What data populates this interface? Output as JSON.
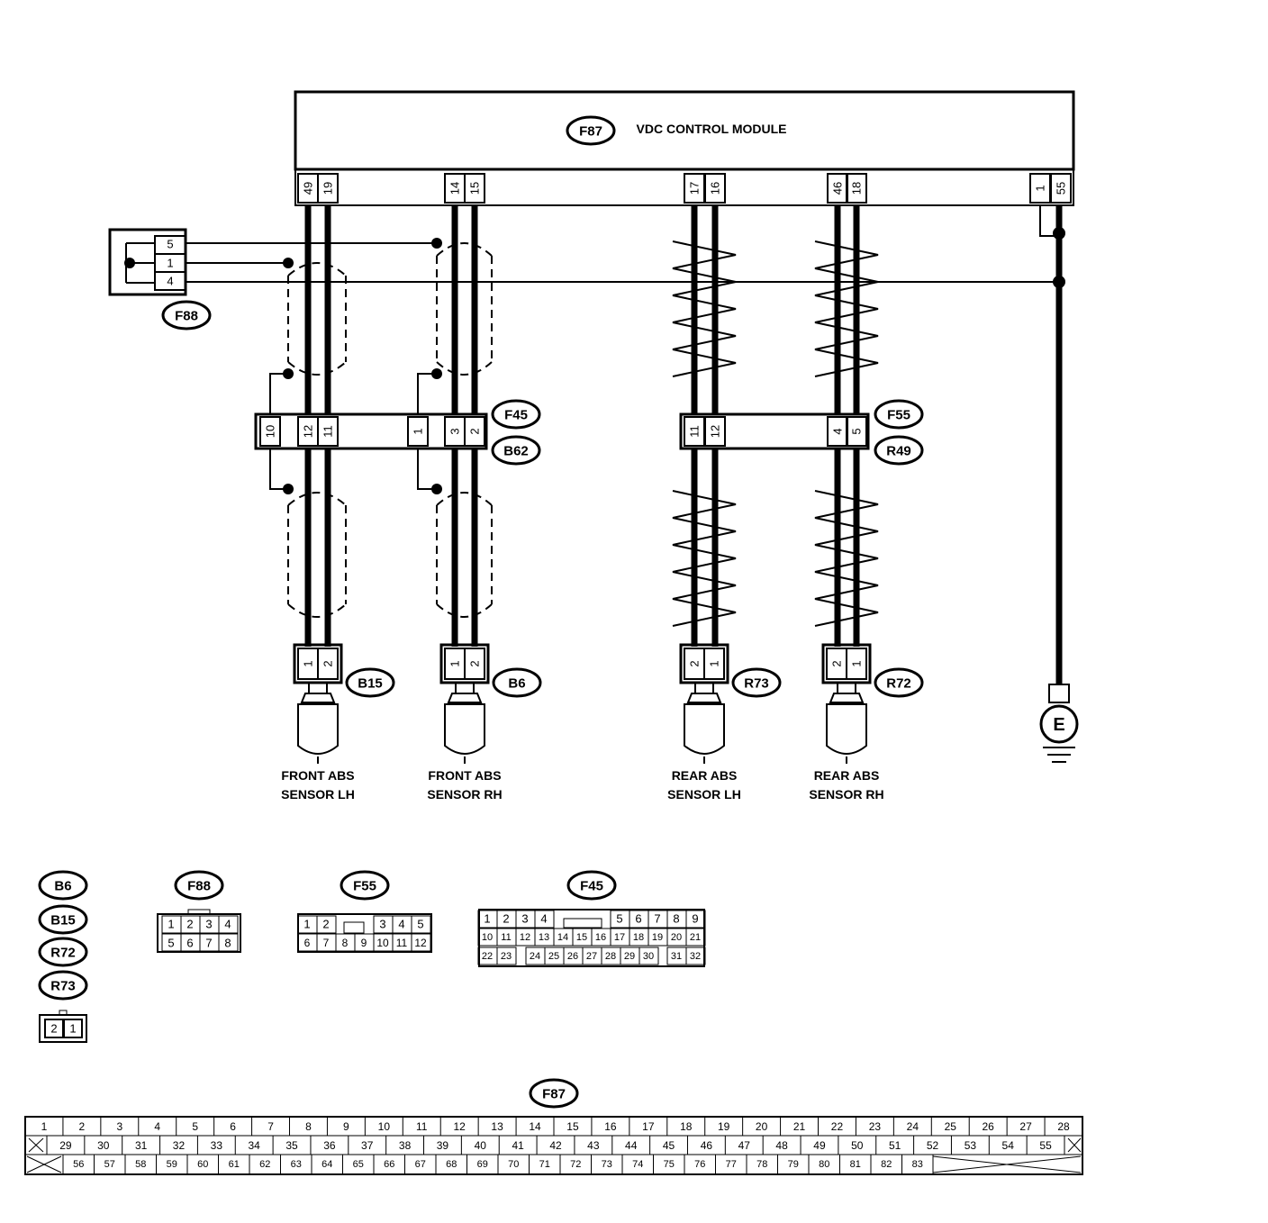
{
  "module": {
    "id": "F87",
    "title": "VDC CONTROL MODULE"
  },
  "module_pins": [
    "49",
    "19",
    "14",
    "15",
    "17",
    "16",
    "46",
    "18",
    "1",
    "55"
  ],
  "f88_pins": [
    "5",
    "1",
    "4"
  ],
  "connector_labels": {
    "f88": "F88",
    "f45": "F45",
    "b62": "B62",
    "f55": "F55",
    "r49": "R49",
    "b15": "B15",
    "b6": "B6",
    "r73": "R73",
    "r72": "R72"
  },
  "junction_front_pins": [
    "10",
    "12",
    "11",
    "1",
    "3",
    "2"
  ],
  "junction_rear_pins": [
    "11",
    "12",
    "4",
    "5"
  ],
  "sensors": [
    {
      "id": "B15",
      "pins": [
        "1",
        "2"
      ],
      "line1": "FRONT ABS",
      "line2": "SENSOR LH"
    },
    {
      "id": "B6",
      "pins": [
        "1",
        "2"
      ],
      "line1": "FRONT ABS",
      "line2": "SENSOR RH"
    },
    {
      "id": "R73",
      "pins": [
        "2",
        "1"
      ],
      "line1": "REAR ABS",
      "line2": "SENSOR LH"
    },
    {
      "id": "R72",
      "pins": [
        "2",
        "1"
      ],
      "line1": "REAR ABS",
      "line2": "SENSOR RH"
    }
  ],
  "ground_label": "E",
  "legend": {
    "small_ids": [
      "B6",
      "B15",
      "R72",
      "R73"
    ],
    "small_pins": [
      "2",
      "1"
    ],
    "f88": {
      "id": "F88",
      "row1": [
        "1",
        "2",
        "3",
        "4"
      ],
      "row2": [
        "5",
        "6",
        "7",
        "8"
      ]
    },
    "f55": {
      "id": "F55",
      "row1": [
        "1",
        "2",
        "3",
        "4",
        "5"
      ],
      "row2": [
        "6",
        "7",
        "8",
        "9",
        "10",
        "11",
        "12"
      ]
    },
    "f45": {
      "id": "F45",
      "row1": [
        "1",
        "2",
        "3",
        "4",
        "5",
        "6",
        "7",
        "8",
        "9"
      ],
      "row2": [
        "10",
        "11",
        "12",
        "13",
        "14",
        "15",
        "16",
        "17",
        "18",
        "19",
        "20",
        "21"
      ],
      "row3": [
        "22",
        "23",
        "24",
        "25",
        "26",
        "27",
        "28",
        "29",
        "30",
        "31",
        "32"
      ]
    },
    "f87": {
      "id": "F87",
      "row1": [
        "1",
        "2",
        "3",
        "4",
        "5",
        "6",
        "7",
        "8",
        "9",
        "10",
        "11",
        "12",
        "13",
        "14",
        "15",
        "16",
        "17",
        "18",
        "19",
        "20",
        "21",
        "22",
        "23",
        "24",
        "25",
        "26",
        "27",
        "28"
      ],
      "row2": [
        "29",
        "30",
        "31",
        "32",
        "33",
        "34",
        "35",
        "36",
        "37",
        "38",
        "39",
        "40",
        "41",
        "42",
        "43",
        "44",
        "45",
        "46",
        "47",
        "48",
        "49",
        "50",
        "51",
        "52",
        "53",
        "54",
        "55"
      ],
      "row3": [
        "56",
        "57",
        "58",
        "59",
        "60",
        "61",
        "62",
        "63",
        "64",
        "65",
        "66",
        "67",
        "68",
        "69",
        "70",
        "71",
        "72",
        "73",
        "74",
        "75",
        "76",
        "77",
        "78",
        "79",
        "80",
        "81",
        "82",
        "83"
      ]
    }
  },
  "colors": {
    "ink": "#000000",
    "paper": "#ffffff"
  }
}
